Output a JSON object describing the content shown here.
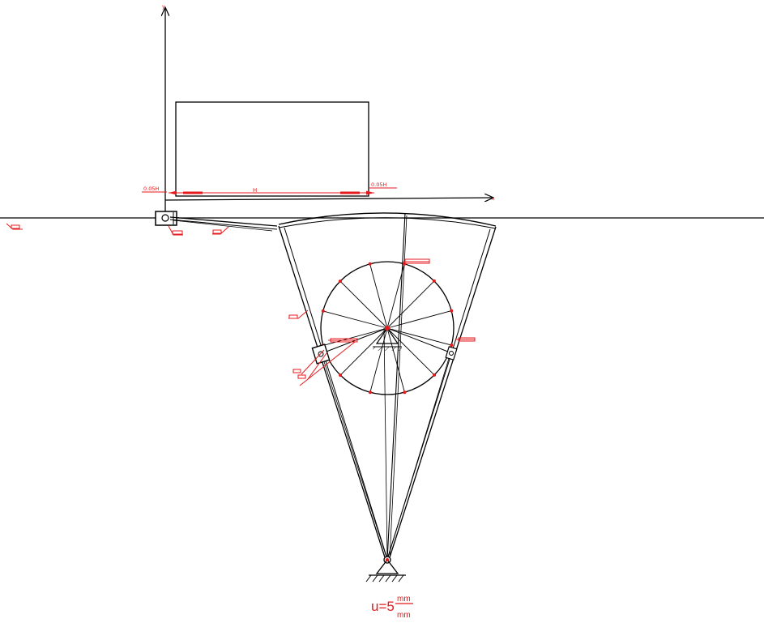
{
  "colors": {
    "ink": "#000000",
    "annotation": "#e41a1c",
    "background": "#ffffff"
  },
  "axes": {
    "y_label": "y",
    "x_label": "x"
  },
  "dimensions": {
    "stroke_label": "H",
    "left_tolerance": "0.05H",
    "right_tolerance": "0.05H"
  },
  "scale": {
    "prefix": "u=5",
    "numerator": "mm",
    "denominator": "mm"
  },
  "icons": {
    "ground_support": "fixed-pivot-hinge-icon",
    "slider_block": "slider-block-icon",
    "rocker_slider": "rocker-slider-icon"
  }
}
